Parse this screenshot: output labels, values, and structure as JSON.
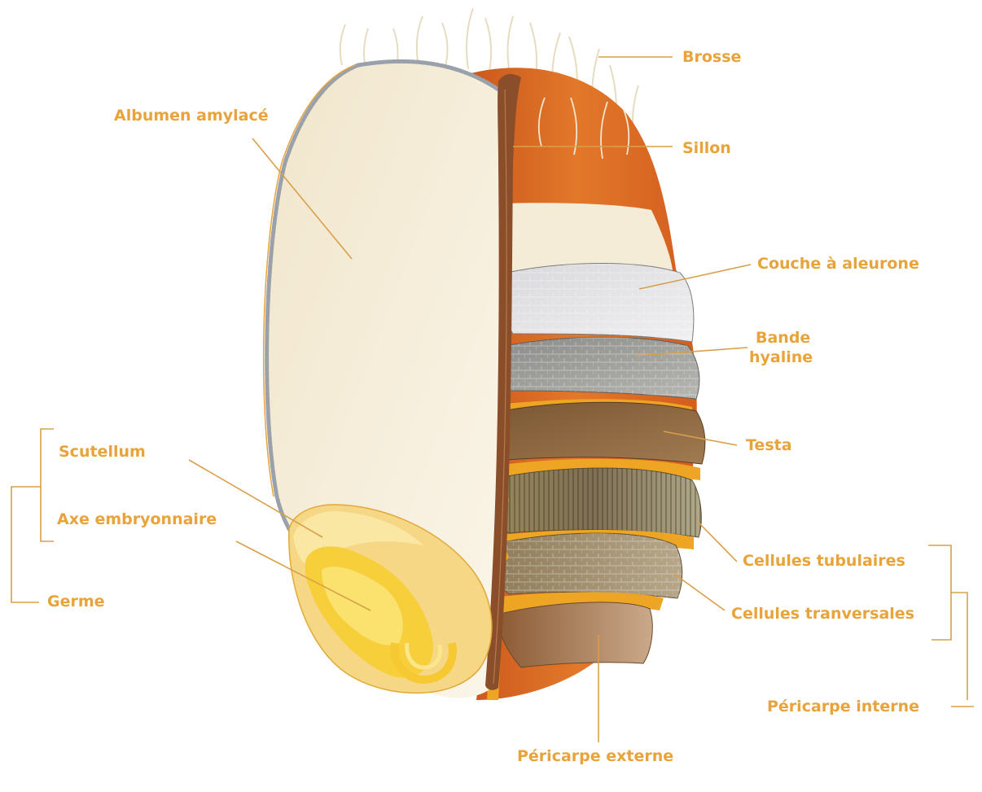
{
  "labels": {
    "brosse": "Brosse",
    "albumen": "Albumen amylacé",
    "sillon": "Sillon",
    "couche": "Couche à aleurone",
    "bande_1": "Bande",
    "bande_2": "hyaline",
    "testa": "Testa",
    "scutellum": "Scutellum",
    "axe": "Axe embryonnaire",
    "germe": "Germe",
    "tubulaires": "Cellules tubulaires",
    "transversales": "Cellules tranversales",
    "pericarpe_interne": "Péricarpe interne",
    "pericarpe_externe": "Péricarpe externe"
  },
  "colors": {
    "label_text": "#e8a33a",
    "leader_line": "#d8a04a",
    "endosperm": "#f4ecd8",
    "bran_orange": "#e07a25",
    "pericarp_yellow": "#eea524",
    "germ": "#f6d262",
    "furrow": "#8a4f2a"
  }
}
